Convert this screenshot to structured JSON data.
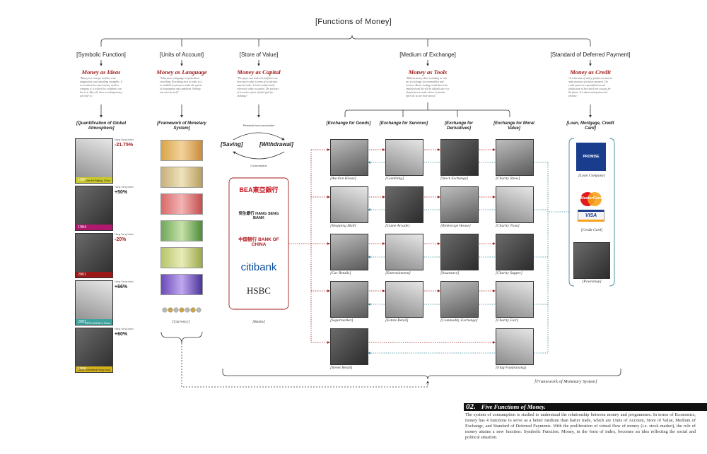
{
  "title": "[Functions of Money]",
  "functions": [
    {
      "label": "[Symbolic Function]",
      "money": "Money as Ideas",
      "quote": "\"Money is a concept, an idea, some imagination, and something intangible. It is not about how much money worth a company is, it reflects the confidence one has in it. After all, there is nothing money can refer to.\""
    },
    {
      "label": "[Units of Account]",
      "money": "Money as Language",
      "quote": "\"It becomes a language to speak about everything. Everything tries to relate to it to establish its presence under the system of consumption and capitalism. Nothing can exist by itself.\""
    },
    {
      "label": "[Store of Value]",
      "money": "Money as Capital",
      "quote": "\"The paper note and coin itself does not have much value in terms of its intrinsic material value. It is the number itself referred to value as capital. The presence of it creates a form of ideal goal for exchange.\""
    },
    {
      "label": "[Medium of Exchange]",
      "money": "Money as Tools",
      "quote": "\"Without money, there is nothing we can use to exchange for commodities and services. Barter trading would have to be employed and life will be difficult since we always have to make choice to forsake. After all, we are their money.\""
    },
    {
      "label": "[Standard of Deferred Payment]",
      "money": "Money as Credit",
      "quote": "\"It is because of money, people can start to make promises for future payment. The credit system is a quantification and justification of how much one can pay for the future. It is about anticipation and promise.\""
    }
  ],
  "symbolic": {
    "heading": "[Quantification of Global Atmosphere]",
    "hsi_label": "Hang Seng Index",
    "items": [
      {
        "year": "1989",
        "pct": "-21.75%",
        "note": "June 4th Beijing, China",
        "color": "#c9c92a"
      },
      {
        "year": "1984",
        "pct": "+50%",
        "note": "",
        "color": "#b0186e"
      },
      {
        "year": "2001",
        "pct": "-20%",
        "note": "",
        "color": "#9a1818"
      },
      {
        "year": "2003",
        "pct": "+66%",
        "note": "CEPA HKSAR & China",
        "color": "#3fa3a0"
      },
      {
        "year": "1999",
        "pct": "+60%",
        "note": "Stock Investment Hong Kong",
        "color": "#d4b21a"
      }
    ]
  },
  "units": {
    "heading": "[Framework of Monetary System]",
    "caption": "[Currency]"
  },
  "store": {
    "top_note": "Rewards from production",
    "saving": "[Saving]",
    "withdrawal": "[Withdrawal]",
    "bottom_note": "Consumption",
    "banks": [
      "BEA東亞銀行",
      "恒生銀行 HANG SENG BANK",
      "中国银行 BANK OF CHINA",
      "citibank",
      "HSBC"
    ],
    "caption": "[Banks]"
  },
  "exchange": {
    "columns": [
      "[Exchange for Goods]",
      "[Exchange for Services]",
      "[Exchange for Derivatives]",
      "[Exchange for Moral Value]"
    ],
    "rows": [
      [
        "[Auction House]",
        "[Gambling]",
        "[Stock Exchange]",
        "[Charity Show]"
      ],
      [
        "[Shopping Mall]",
        "[Game Arcade]",
        "[Brokerage House]",
        "[Charity Trust]"
      ],
      [
        "[Car Retails]",
        "[Entertainment]",
        "[Insurance]",
        "[Charity Supper]"
      ],
      [
        "[Supermarket]",
        "[Estate Retail]",
        "[Commodity Exchange]",
        "[Charity Fair]"
      ],
      [
        "[Street Retail]",
        "",
        "",
        "[Flag Fundraising]"
      ]
    ]
  },
  "credit": {
    "heading": "[Loan, Mortgage, Credit Card]",
    "items": [
      "[Loan Company]",
      "[Credit Card]",
      "[Pawnshop]"
    ],
    "promise": "PROMISE",
    "mastercard": "MasterCard",
    "visa": "VISA"
  },
  "framework_label": "[Framework of Monetary System]",
  "section": {
    "number": "02.",
    "title": "Five Functions of Money.",
    "body": "The system of consumption is studied to understand the relationship between money and programmes. In terms of Economics, money has 4 functions to serve as a better medium than barter trade, which are Units of Account, Store of Value, Medium of Exchange, and Standard of Deferred Payments. With the proliferation of virtual flow of money (i.e. stock market), the role of money attains a new function: Symbolic Function. Money, in the form of index, becomes an idea reflecting the social and political situation."
  },
  "colors": {
    "red": "#a01a1a",
    "teal": "#3a8a9a",
    "arrow": "#333333"
  }
}
